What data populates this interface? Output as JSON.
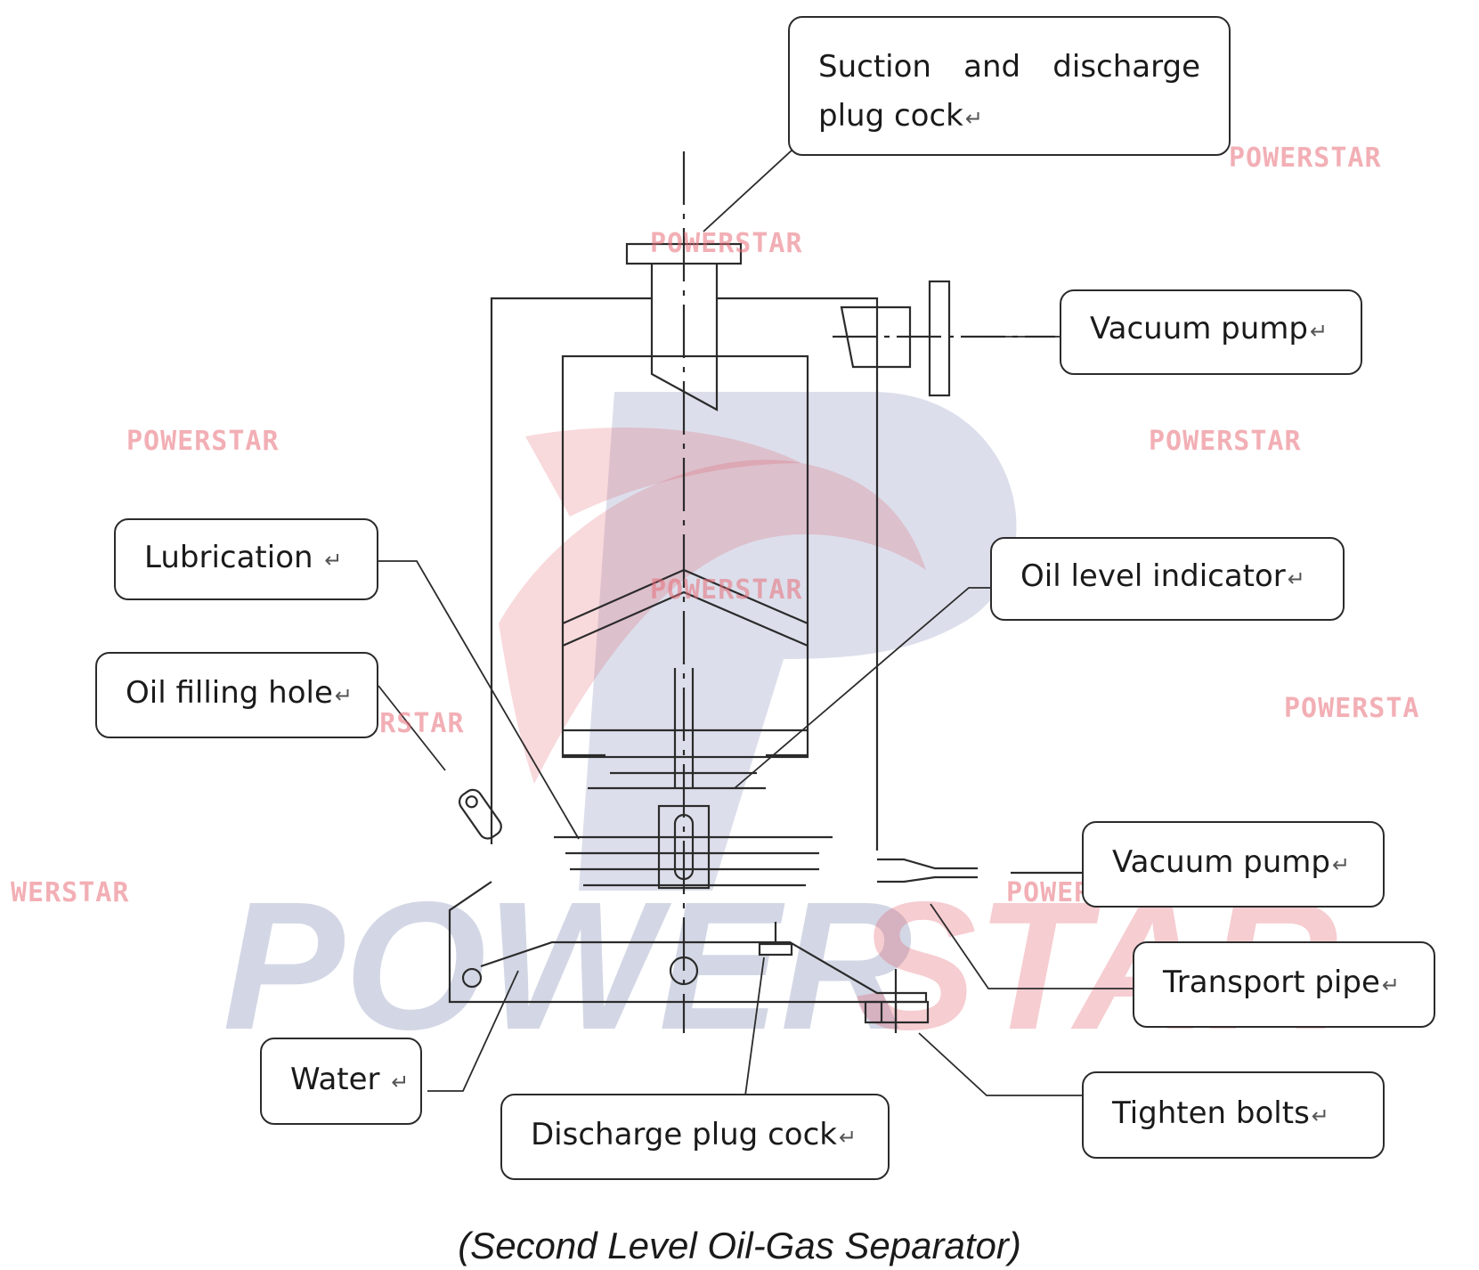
{
  "callouts": {
    "suction_discharge_plug_cock": "Suction and discharge plug cock",
    "vacuum_pump_top": "Vacuum pump",
    "lubrication": "Lubrication",
    "oil_level_indicator": "Oil level indicator",
    "oil_filling_hole": "Oil filling hole",
    "vacuum_pump_bottom": "Vacuum pump",
    "transport_pipe": "Transport pipe",
    "water": "Water",
    "discharge_plug_cock": "Discharge plug cock",
    "tighten_bolts": "Tighten bolts",
    "return_mark": "↵"
  },
  "watermark": {
    "small_text": "POWERSTAR",
    "small_text_cut_left": "WERSTAR",
    "small_text_cut_right": "POWERSTA",
    "big_part1": "POWER",
    "big_part2": "STAR"
  },
  "caption": "(Second Level Oil-Gas Separator)",
  "colors": {
    "line": "#2b2b2b",
    "watermark_blue": "#3b4f8e",
    "watermark_red": "#e0505e"
  }
}
